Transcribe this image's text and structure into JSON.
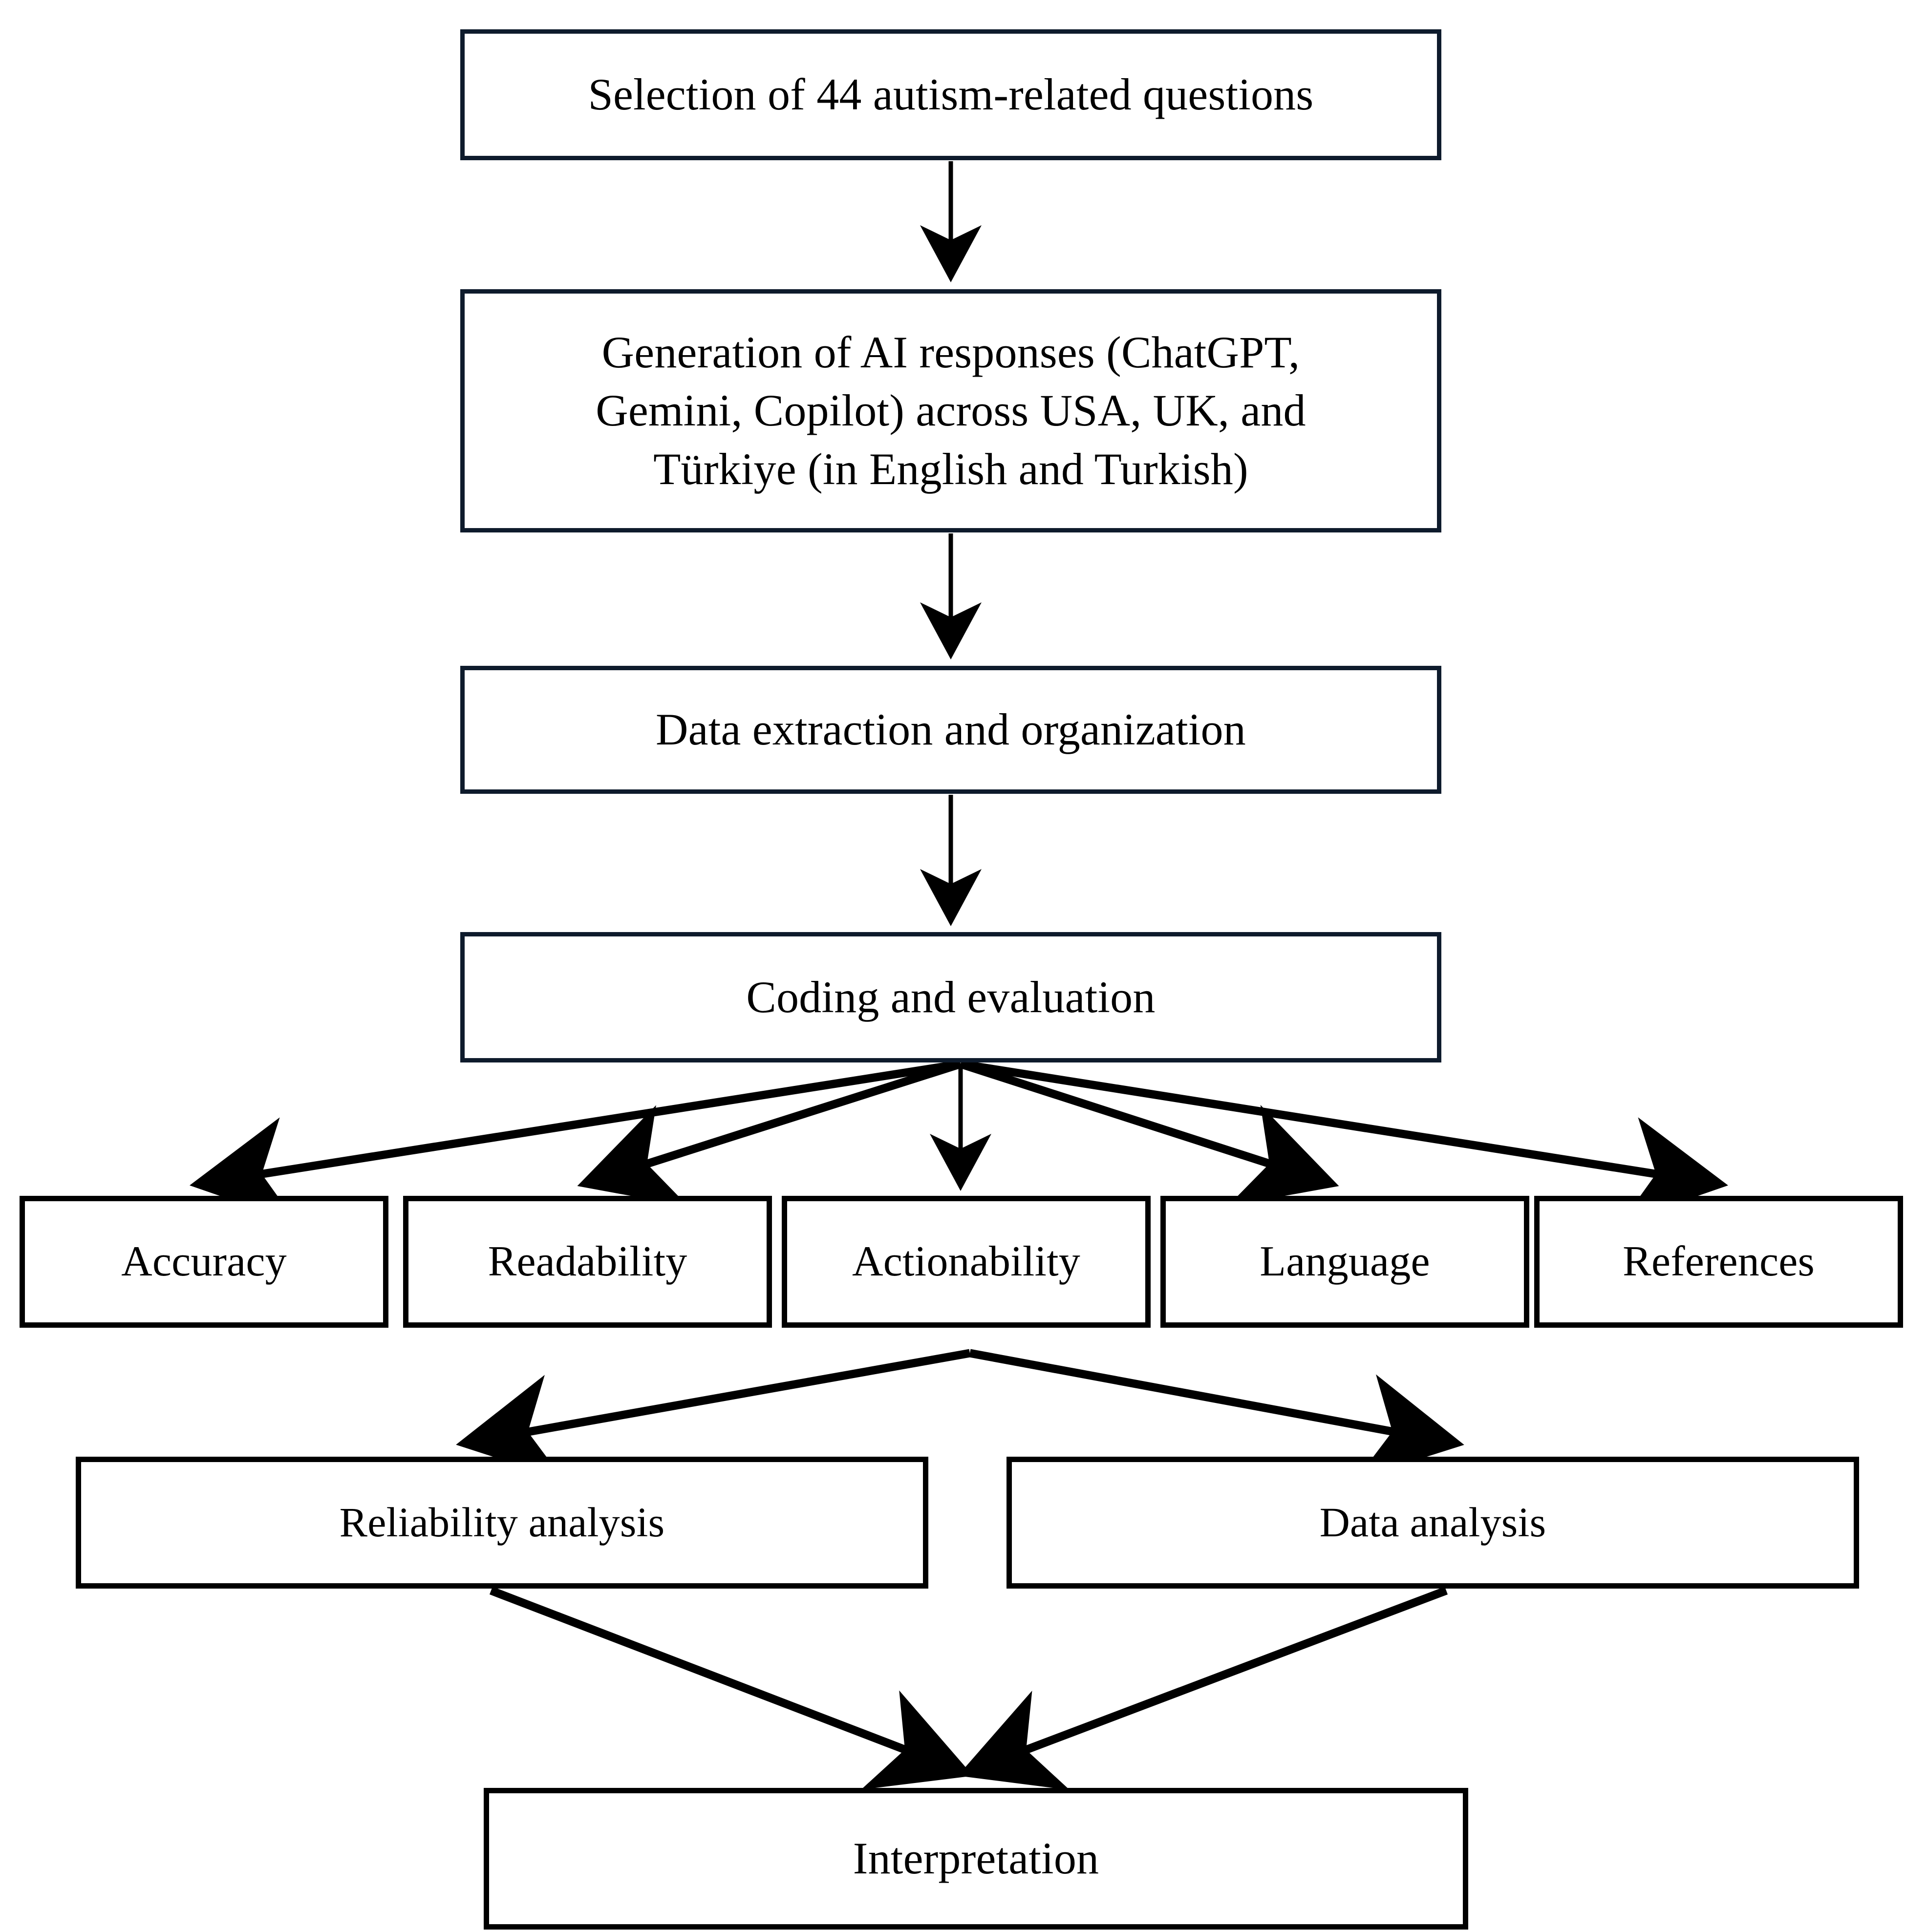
{
  "diagram": {
    "title": "Study workflow flowchart",
    "type": "flowchart",
    "orientation": "top-to-bottom",
    "colors": {
      "upper_box_border": "#0e1b2c",
      "lower_box_border": "#000000",
      "arrow": "#000000",
      "background": "#ffffff",
      "text": "#000000"
    },
    "nodes": {
      "selection": {
        "label": "Selection of 44 autism-related questions"
      },
      "generation": {
        "line1": "Generation of AI responses (ChatGPT,",
        "line2": "Gemini, Copilot) across USA, UK, and",
        "line3": "Türkiye (in English and Turkish)"
      },
      "extraction": {
        "label": "Data extraction and organization"
      },
      "coding": {
        "label": "Coding and evaluation"
      },
      "criteria": [
        {
          "label": "Accuracy"
        },
        {
          "label": "Readability"
        },
        {
          "label": "Actionability"
        },
        {
          "label": "Language"
        },
        {
          "label": "References"
        }
      ],
      "reliability": {
        "label": "Reliability analysis"
      },
      "data_analysis": {
        "label": "Data analysis"
      },
      "interpretation": {
        "label": "Interpretation"
      }
    },
    "edges": [
      {
        "from": "selection",
        "to": "generation",
        "style": "straight-down-arrow"
      },
      {
        "from": "generation",
        "to": "extraction",
        "style": "straight-down-arrow"
      },
      {
        "from": "extraction",
        "to": "coding",
        "style": "straight-down-arrow"
      },
      {
        "from": "coding",
        "to": "criteria[0] Accuracy",
        "style": "fan-out-arrow"
      },
      {
        "from": "coding",
        "to": "criteria[1] Readability",
        "style": "fan-out-arrow"
      },
      {
        "from": "coding",
        "to": "criteria[2] Actionability",
        "style": "fan-out-arrow"
      },
      {
        "from": "coding",
        "to": "criteria[3] Language",
        "style": "fan-out-arrow"
      },
      {
        "from": "coding",
        "to": "criteria[4] References",
        "style": "fan-out-arrow"
      },
      {
        "from": "criteria",
        "to": "reliability",
        "style": "split-arrow"
      },
      {
        "from": "criteria",
        "to": "data_analysis",
        "style": "split-arrow"
      },
      {
        "from": "reliability",
        "to": "interpretation",
        "style": "converge-arrow"
      },
      {
        "from": "data_analysis",
        "to": "interpretation",
        "style": "converge-arrow"
      }
    ]
  }
}
